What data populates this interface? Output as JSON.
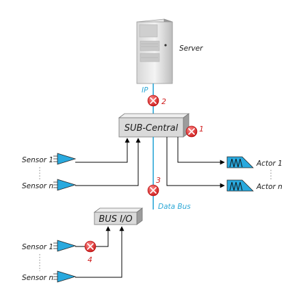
{
  "server": {
    "label": "Server"
  },
  "sub_central": {
    "label": "SUB-Central"
  },
  "bus_io": {
    "label": "BUS I/O"
  },
  "links": {
    "ip": "IP",
    "data_bus": "Data Bus"
  },
  "sensors_top": [
    "Sensor 1",
    "Sensor n"
  ],
  "sensors_bottom": [
    "Sensor 1",
    "Sensor n"
  ],
  "actors": [
    "Actor 1",
    "Actor n"
  ],
  "faults": [
    "1",
    "2",
    "3",
    "4"
  ],
  "colors": {
    "blue_line": "#2aa7d6",
    "sensor_fill": "#29a9de",
    "fault_red": "#e12a2a",
    "box_fill": "#d9d9d9",
    "label_red": "#d02020"
  }
}
